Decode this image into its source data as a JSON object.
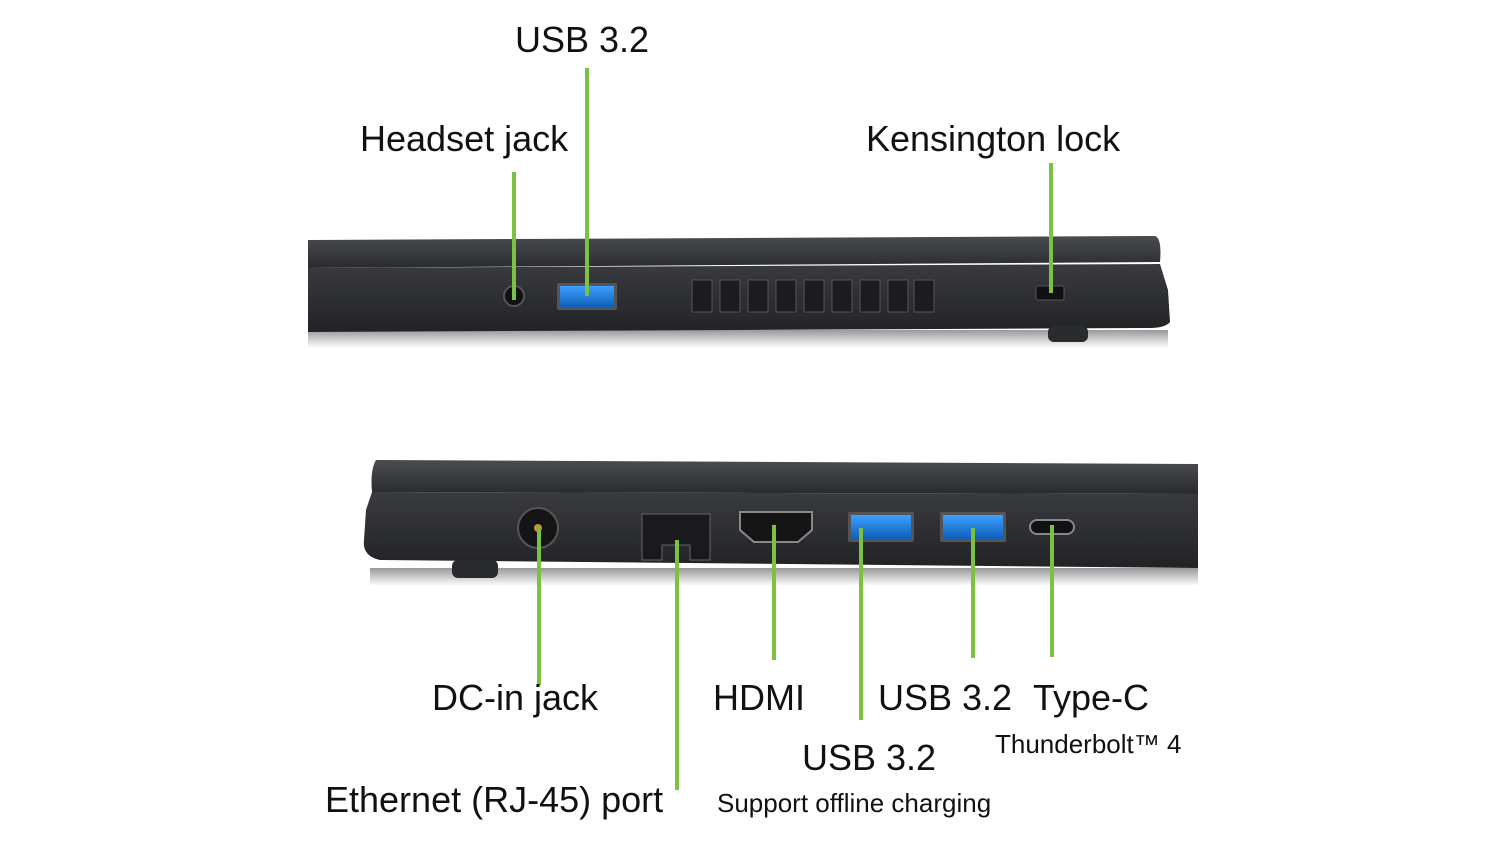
{
  "title": "Laptop port layout",
  "accent_color": "#7cc242",
  "left_side": {
    "labels": {
      "usb_top": "USB 3.2",
      "headset": "Headset jack",
      "kensington": "Kensington lock"
    }
  },
  "right_side": {
    "labels": {
      "dc_in": "DC-in jack",
      "ethernet": "Ethernet (RJ-45) port",
      "hdmi": "HDMI",
      "usb_a": "USB 3.2",
      "usb_b": "USB 3.2",
      "usb_b_note": "Support offline charging",
      "type_c": "Type-C",
      "type_c_note": "Thunderbolt™ 4"
    }
  }
}
